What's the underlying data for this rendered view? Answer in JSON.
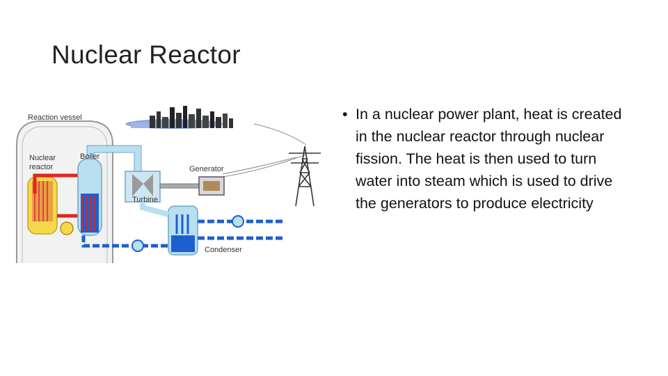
{
  "slide": {
    "title": "Nuclear Reactor"
  },
  "diagram": {
    "labels": {
      "reaction_vessel": "Reaction vessel",
      "nuclear": "Nuclear",
      "reactor": "reactor",
      "boiler": "Boiler",
      "generator": "Generator",
      "turbine": "Turbine",
      "condenser": "Condenser"
    }
  },
  "bullets": [
    {
      "marker": "•",
      "text": "In a nuclear power plant, heat is created in the nuclear reactor through nuclear fission. The heat is then used to turn water into steam which is used to drive the generators to produce electricity"
    }
  ],
  "colors": {
    "water_blue": "#1e5fd0",
    "steam_light": "#b9dff0",
    "hot_red": "#e0261c",
    "core_yellow": "#f4d84a"
  }
}
